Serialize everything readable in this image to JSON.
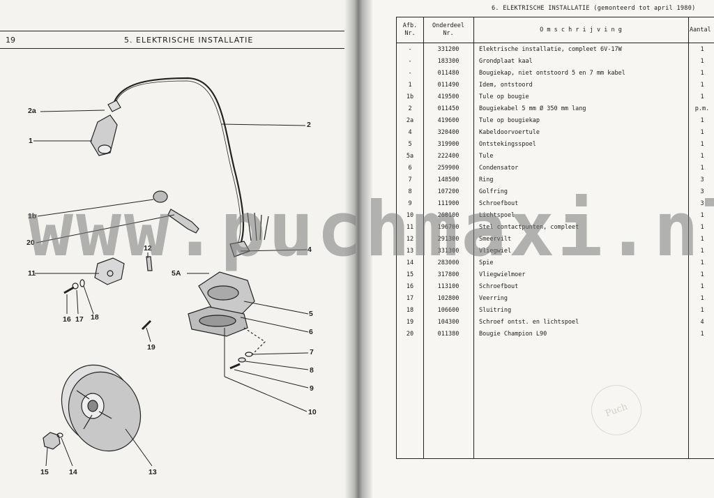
{
  "left_page": {
    "page_number": "19",
    "section_title": "5.  ELEKTRISCHE INSTALLATIE",
    "callouts": {
      "c2a": "2a",
      "c1": "1",
      "c2": "2",
      "c1b": "1b",
      "c20": "20",
      "c12": "12",
      "c11": "11",
      "c5A": "5A",
      "c4": "4",
      "c5": "5",
      "c6": "6",
      "c16": "16",
      "c17": "17",
      "c18": "18",
      "c19": "19",
      "c7": "7",
      "c8": "8",
      "c9": "9",
      "c10": "10",
      "c15": "15",
      "c14": "14",
      "c13": "13"
    }
  },
  "right_page": {
    "section_title": "6.  ELEKTRISCHE INSTALLATIE (gemonteerd tot april 1980)",
    "headers": {
      "afb_line1": "Afb.",
      "afb_line2": "Nr.",
      "onderdeel_line1": "Onderdeel",
      "onderdeel_line2": "Nr.",
      "omschrijving": "O m s c h r i j v i n g",
      "aantal": "Aantal"
    },
    "rows": [
      {
        "afb": "-",
        "nr": "331200",
        "desc": "Elektrische installatie, compleet 6V-17W",
        "qty": "1"
      },
      {
        "afb": "-",
        "nr": "183300",
        "desc": "Grondplaat kaal",
        "qty": "1"
      },
      {
        "afb": "-",
        "nr": "011480",
        "desc": "Bougiekap, niet ontstoord 5 en 7 mm kabel",
        "qty": "1"
      },
      {
        "afb": "1",
        "nr": "011490",
        "desc": "Idem,        ontstoord",
        "qty": "1"
      },
      {
        "afb": "1b",
        "nr": "419500",
        "desc": "Tule op bougie",
        "qty": "1"
      },
      {
        "afb": "2",
        "nr": "011450",
        "desc": "Bougiekabel 5 mm Ø  350 mm lang",
        "qty": "p.m."
      },
      {
        "afb": "2a",
        "nr": "419600",
        "desc": "Tule op bougiekap",
        "qty": "1"
      },
      {
        "afb": "4",
        "nr": "320400",
        "desc": "Kabeldoorvoertule",
        "qty": "1"
      },
      {
        "afb": "5",
        "nr": "319900",
        "desc": "Ontstekingsspoel",
        "qty": "1"
      },
      {
        "afb": "5a",
        "nr": "222400",
        "desc": "Tule",
        "qty": "1"
      },
      {
        "afb": "6",
        "nr": "259900",
        "desc": "Condensator",
        "qty": "1"
      },
      {
        "afb": "7",
        "nr": "148500",
        "desc": "Ring",
        "qty": "3"
      },
      {
        "afb": "8",
        "nr": "107200",
        "desc": "Golfring",
        "qty": "3"
      },
      {
        "afb": "9",
        "nr": "111900",
        "desc": "Schroefbout",
        "qty": "3"
      },
      {
        "afb": "10",
        "nr": "260100",
        "desc": "Lichtspoel",
        "qty": "1"
      },
      {
        "afb": "11",
        "nr": "196700",
        "desc": "Stel contactpunten, compleet",
        "qty": "1"
      },
      {
        "afb": "12",
        "nr": "291300",
        "desc": "Smeervilt",
        "qty": "1"
      },
      {
        "afb": "13",
        "nr": "331300",
        "desc": "Vliegwiel",
        "qty": "1"
      },
      {
        "afb": "14",
        "nr": "283000",
        "desc": "Spie",
        "qty": "1"
      },
      {
        "afb": "15",
        "nr": "317800",
        "desc": "Vliegwielmoer",
        "qty": "1"
      },
      {
        "afb": "16",
        "nr": "113100",
        "desc": "Schroefbout",
        "qty": "1"
      },
      {
        "afb": "17",
        "nr": "102800",
        "desc": "Veerring",
        "qty": "1"
      },
      {
        "afb": "18",
        "nr": "106600",
        "desc": "Sluitring",
        "qty": "1"
      },
      {
        "afb": "19",
        "nr": "104300",
        "desc": "Schroef ontst. en lichtspoel",
        "qty": "4"
      },
      {
        "afb": "20",
        "nr": "011380",
        "desc": "Bougie Champion L90",
        "qty": "1"
      }
    ]
  },
  "watermark": "www.puchmaxi.nl",
  "colors": {
    "ink": "#1c1c1c",
    "paper": "#f4f3ef",
    "watermark": "#787878"
  }
}
